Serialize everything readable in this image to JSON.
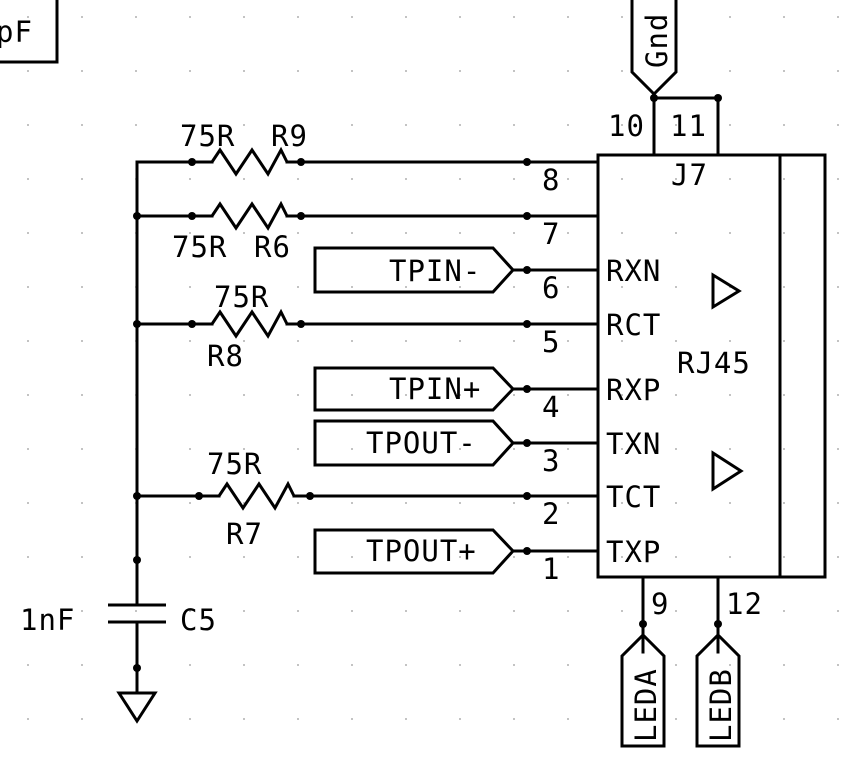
{
  "schematic": {
    "connector": {
      "ref": "J7",
      "value": "RJ45",
      "pins": [
        {
          "num": "8",
          "name": ""
        },
        {
          "num": "7",
          "name": ""
        },
        {
          "num": "6",
          "name": "RXN"
        },
        {
          "num": "5",
          "name": "RCT"
        },
        {
          "num": "4",
          "name": "RXP"
        },
        {
          "num": "3",
          "name": "TXN"
        },
        {
          "num": "2",
          "name": "TCT"
        },
        {
          "num": "1",
          "name": "TXP"
        }
      ],
      "top_pins": [
        "10",
        "11"
      ],
      "bottom_pins": [
        "9",
        "12"
      ]
    },
    "resistors": [
      {
        "ref": "R9",
        "value": "75R"
      },
      {
        "ref": "R6",
        "value": "75R"
      },
      {
        "ref": "R8",
        "value": "75R"
      },
      {
        "ref": "R7",
        "value": "75R"
      }
    ],
    "capacitor": {
      "ref": "C5",
      "value": "1nF"
    },
    "net_labels": {
      "tpin_minus": "TPIN-",
      "tpin_plus": "TPIN+",
      "tpout_minus": "TPOUT-",
      "tpout_plus": "TPOUT+",
      "gnd": "Gnd",
      "leda": "LEDA",
      "ledb": "LEDB"
    },
    "partial_label": "pF"
  }
}
